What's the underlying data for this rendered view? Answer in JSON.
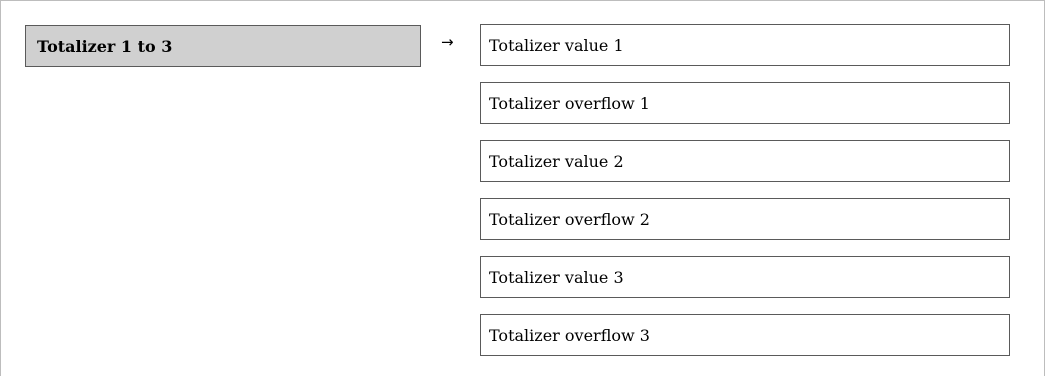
{
  "group": {
    "label": "Totalizer 1 to 3"
  },
  "arrow": "→",
  "parameters": [
    "Totalizer value 1",
    "Totalizer overflow 1",
    "Totalizer value 2",
    "Totalizer overflow 2",
    "Totalizer value 3",
    "Totalizer overflow 3"
  ]
}
